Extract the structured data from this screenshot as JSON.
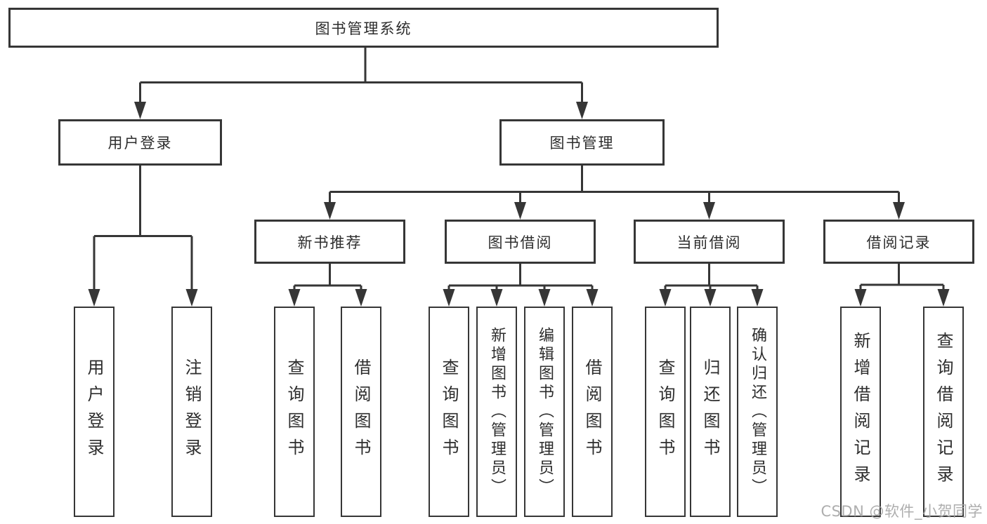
{
  "title": "图书管理系统",
  "watermark": "CSDN @软件_小贺同学",
  "colors": {
    "background": "#ffffff",
    "line": "#363636",
    "box_border": "#363636",
    "text": "#2d2d2d",
    "watermark": "#a5a5a5"
  },
  "nodes": {
    "root": "图书管理系统",
    "userLogin": "用户登录",
    "bookMgmt": "图书管理",
    "newBookRec": "新书推荐",
    "bookBorrow": "图书借阅",
    "currentBorrow": "当前借阅",
    "borrowRecords": "借阅记录"
  },
  "leaves": [
    {
      "parent": "userLogin",
      "label": "用户登录"
    },
    {
      "parent": "userLogin",
      "label": "注销登录"
    },
    {
      "parent": "newBookRec",
      "label": "查询图书"
    },
    {
      "parent": "newBookRec",
      "label": "借阅图书"
    },
    {
      "parent": "bookBorrow",
      "label": "查询图书"
    },
    {
      "parent": "bookBorrow",
      "label": "新增图书（管理员）"
    },
    {
      "parent": "bookBorrow",
      "label": "编辑图书（管理员）"
    },
    {
      "parent": "bookBorrow",
      "label": "借阅图书"
    },
    {
      "parent": "currentBorrow",
      "label": "查询图书"
    },
    {
      "parent": "currentBorrow",
      "label": "归还图书"
    },
    {
      "parent": "currentBorrow",
      "label": "确认归还（管理员）"
    },
    {
      "parent": "borrowRecords",
      "label": "新增借阅记录"
    },
    {
      "parent": "borrowRecords",
      "label": "查询借阅记录"
    }
  ]
}
